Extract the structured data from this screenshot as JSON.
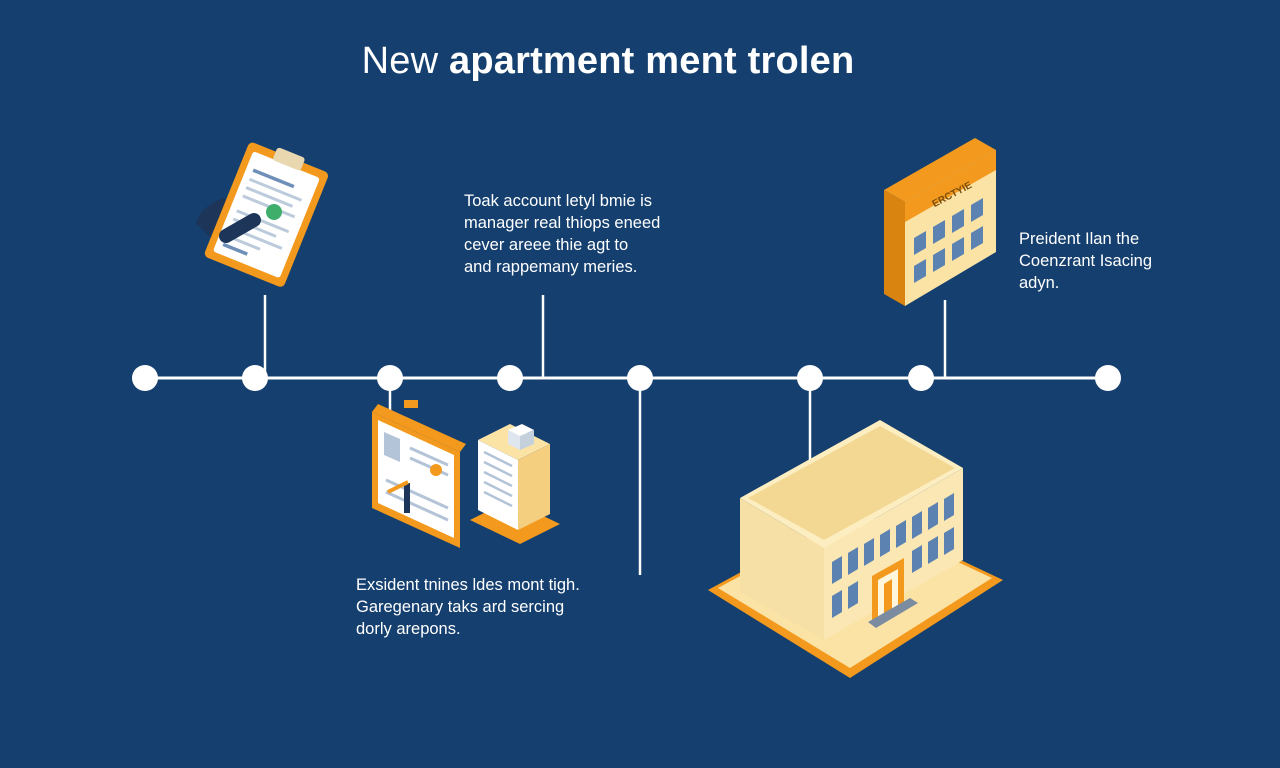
{
  "title": {
    "part1": "New",
    "part2": "apartment ment trolen"
  },
  "captions": {
    "top_center": [
      "Toak account letyl bmie is",
      "manager real thiops eneed",
      "cever areee thie agt to",
      "and rappemany meries."
    ],
    "right": [
      "Preident Ilan the",
      "Coenzrant Isacing",
      "adyn."
    ],
    "bottom_left": [
      "Exsident tnines ldes mont tigh.",
      "Garegenary taks ard sercing",
      "dorly arepons."
    ]
  },
  "building_sign": "ERCTYIE",
  "colors": {
    "background": "#143f6e",
    "line": "#ffffff",
    "accent_orange": "#f39a1e",
    "building_cream": "#fbe3a6",
    "window_blue": "#5b82b0"
  },
  "timeline": {
    "node_count": 8
  }
}
